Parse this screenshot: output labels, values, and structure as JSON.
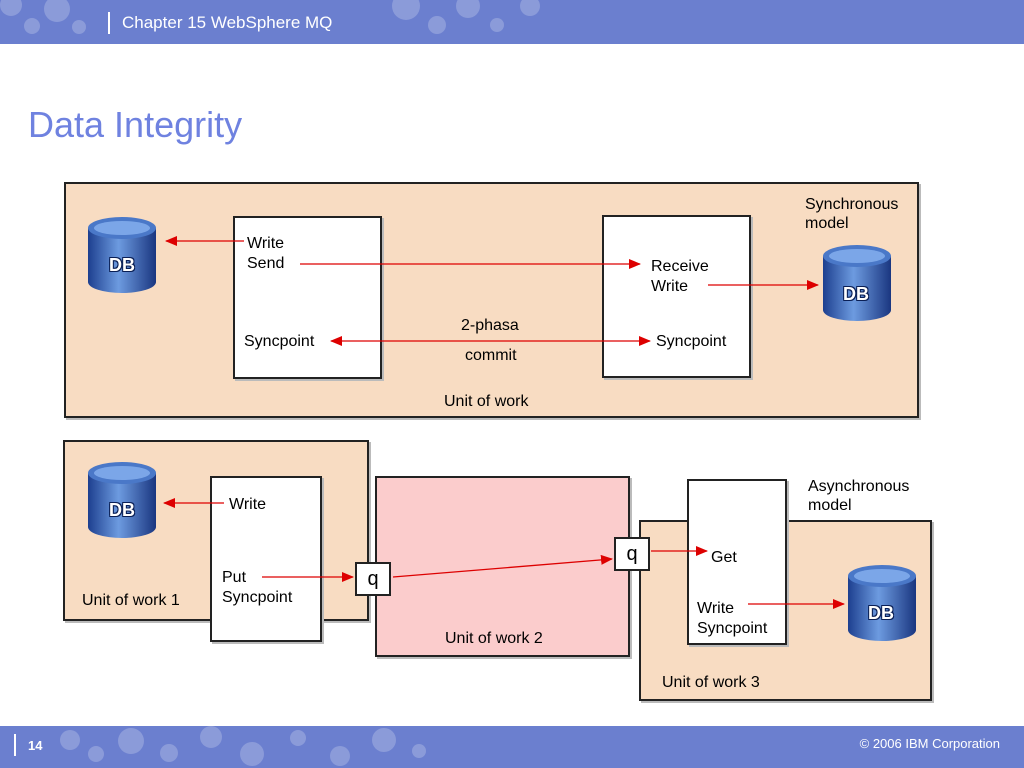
{
  "header": {
    "chapter_title": "Chapter 15 WebSphere MQ"
  },
  "slide": {
    "title": "Data Integrity"
  },
  "sync_model": {
    "model_label_1": "Synchronous",
    "model_label_2": "model",
    "db_left": "DB",
    "db_right": "DB",
    "sender": {
      "line1": "Write",
      "line2": "Send",
      "syncpoint": "Syncpoint"
    },
    "receiver": {
      "line1": "Receive",
      "line2": "Write",
      "syncpoint": "Syncpoint"
    },
    "two_phase_1": "2-phasa",
    "two_phase_2": "commit",
    "unit_label": "Unit of work"
  },
  "async_model": {
    "model_label_1": "Asynchronous",
    "model_label_2": "model",
    "uow1": {
      "db": "DB",
      "write": "Write",
      "put": "Put",
      "syncpoint": "Syncpoint",
      "label": "Unit of work 1"
    },
    "uow2": {
      "queue_left": "q",
      "queue_right": "q",
      "label": "Unit of work 2"
    },
    "uow3": {
      "get": "Get",
      "write": "Write",
      "syncpoint": "Syncpoint",
      "db": "DB",
      "label": "Unit of work 3"
    }
  },
  "footer": {
    "page_number": "14",
    "copyright": "© 2006 IBM Corporation"
  },
  "colors": {
    "brand_band": "#6b7fcf",
    "title": "#6f82e0",
    "panel": "#f8dcc2",
    "panel_pink": "#fbcccc",
    "arrow": "#dd0000"
  }
}
